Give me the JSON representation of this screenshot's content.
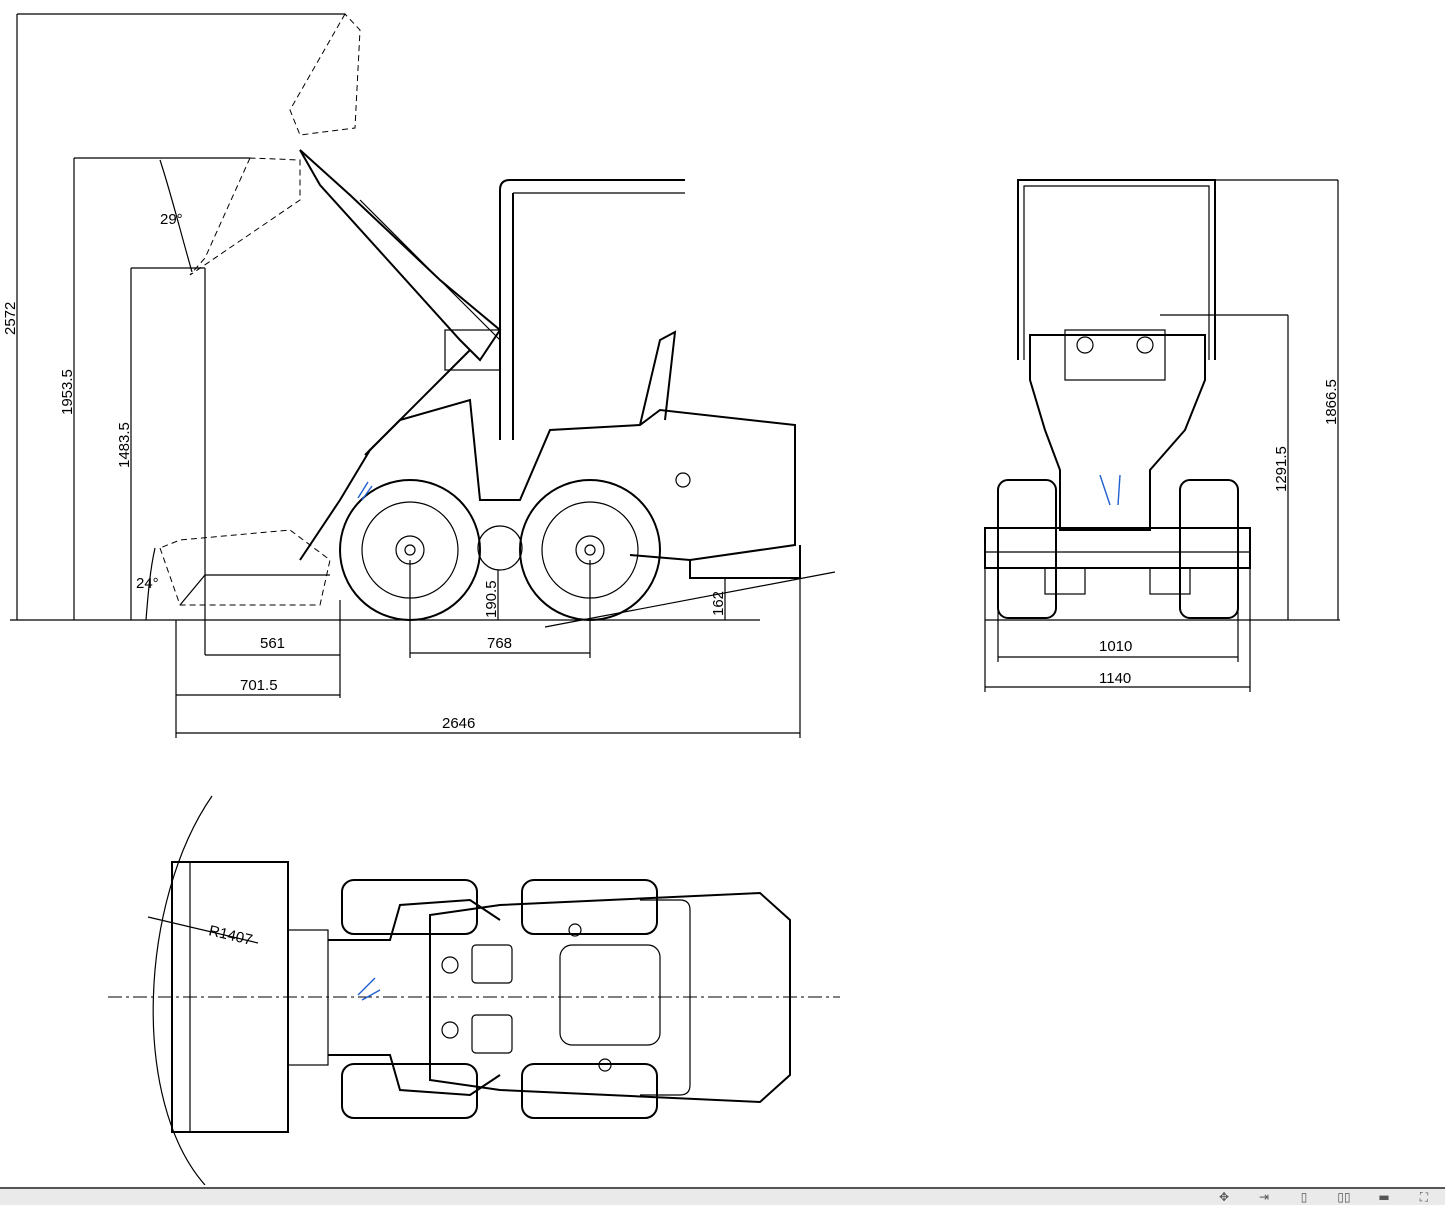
{
  "side_view": {
    "dim_total_height": "2572",
    "dim_pin_height": "1953.5",
    "dim_dump_height": "1483.5",
    "angle_dump": "29°",
    "angle_rollback": "24°",
    "dim_reach_561": "561",
    "dim_bucket_701": "701.5",
    "dim_overall_length": "2646",
    "dim_wheelbase": "768",
    "dim_ground_clearance": "190.5",
    "dim_rear_clearance": "162"
  },
  "front_view": {
    "dim_rops_height": "1866.5",
    "dim_body_height": "1291.5",
    "dim_track": "1010",
    "dim_overall_width": "1140"
  },
  "top_view": {
    "dim_turn_radius": "R1407"
  },
  "toolbar": {
    "icons": [
      "pan-icon",
      "fit-icon",
      "page-icon",
      "two-page-icon",
      "display-icon",
      "fullscreen-icon"
    ]
  },
  "colors": {
    "line": "#000000",
    "hydraulic": "#1f5fd0",
    "toolbar_bg": "#eaeaea"
  }
}
